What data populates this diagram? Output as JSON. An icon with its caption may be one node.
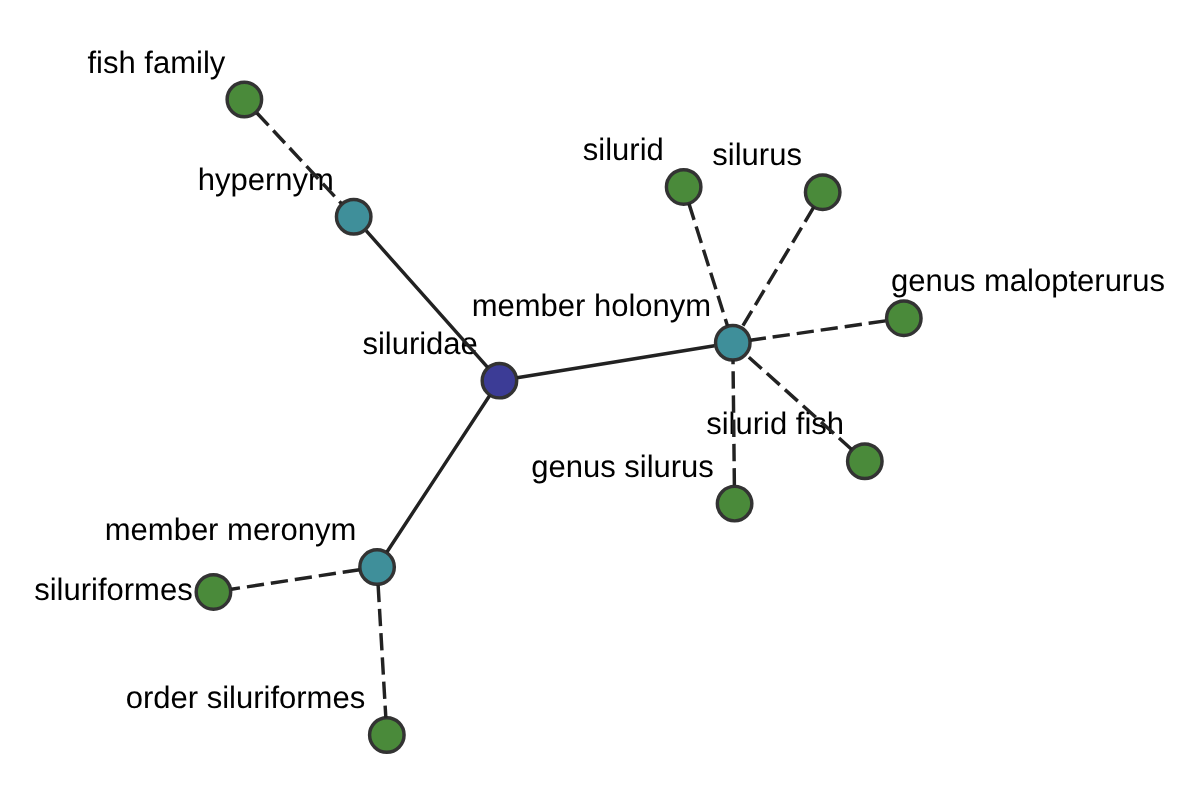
{
  "diagram": {
    "nodes": [
      {
        "text": [
          "fish family"
        ]
      },
      {
        "text": [
          "hypernym"
        ]
      },
      {
        "text": [
          "silurid fish"
        ]
      },
      {
        "text": [
          "silurid"
        ]
      },
      {
        "text": [
          "silurus"
        ]
      },
      {
        "text": [
          "member holonym"
        ]
      },
      {
        "text": [
          "siluridae"
        ]
      },
      {
        "text": [
          "genus malopterurus"
        ]
      },
      {
        "text": [
          "genus silurus"
        ]
      },
      {
        "text": [
          "member meronym"
        ]
      },
      {
        "text": [
          "order siluriformes"
        ]
      },
      {
        "text": [
          "siluriformes"
        ]
      }
    ],
    "edges": [
      {
        "from": 0,
        "to": 1,
        "arrow": "none",
        "style": "dashed"
      },
      {
        "from": 1,
        "to": 6,
        "arrow": "none"
      },
      {
        "from": 2,
        "to": 5,
        "arrow": "none",
        "style": "dashed"
      },
      {
        "from": 3,
        "to": 5,
        "arrow": "none",
        "style": "dashed"
      },
      {
        "from": 4,
        "to": 5,
        "arrow": "none",
        "style": "dashed"
      },
      {
        "from": 5,
        "to": 6,
        "arrow": "none"
      },
      {
        "from": 7,
        "to": 5,
        "arrow": "none",
        "style": "dashed"
      },
      {
        "from": 8,
        "to": 5,
        "arrow": "none",
        "style": "dashed"
      },
      {
        "from": 6,
        "to": 9,
        "arrow": "none"
      },
      {
        "from": 9,
        "to": 10,
        "arrow": "none",
        "style": "dashed"
      },
      {
        "from": 9,
        "to": 11,
        "arrow": "none",
        "style": "dashed"
      }
    ]
  }
}
